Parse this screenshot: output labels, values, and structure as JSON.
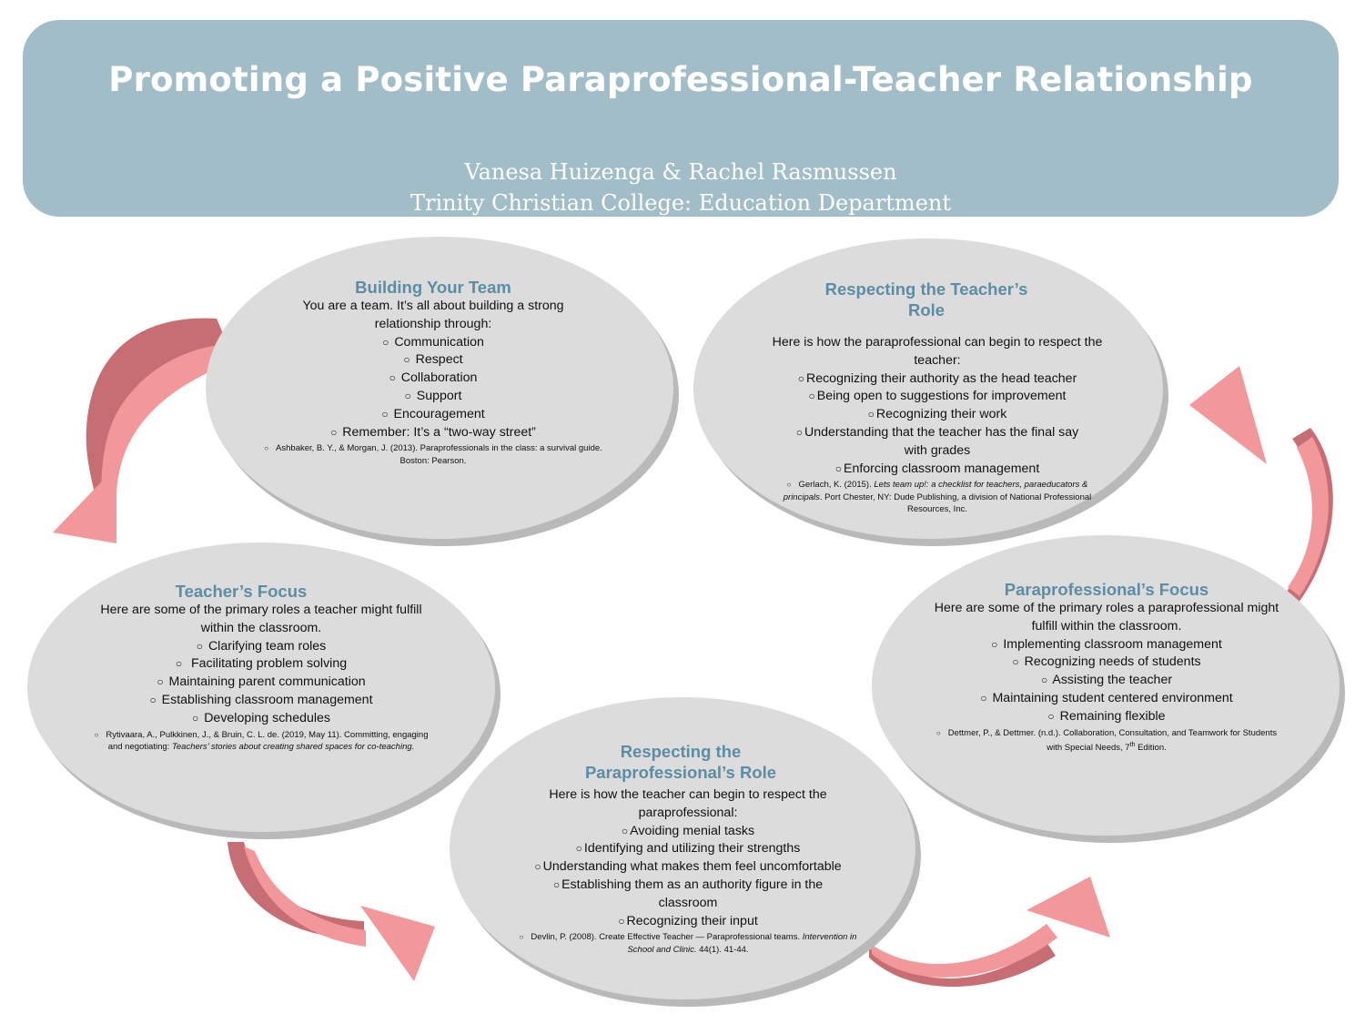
{
  "header": {
    "title": "Promoting a Positive Paraprofessional-Teacher Relationship",
    "authors": "Vanesa Huizenga & Rachel Rasmussen",
    "affiliation": "Trinity Christian College: Education Department"
  },
  "colors": {
    "header_bg": "#a1bec8",
    "bubble_fill": "#dcdcdc",
    "bubble_shadow": "#b9b9b9",
    "heading": "#5b8da4",
    "arrow_light": "#f2989b",
    "arrow_dark": "#c66e74"
  },
  "bullet_glyph": "○",
  "sections": {
    "building": {
      "title": "Building Your Team",
      "intro": "You are a team. It’s all about building a strong relationship through:",
      "items": [
        "Communication",
        "Respect",
        "Collaboration",
        "Support",
        "Encouragement",
        "Remember: It’s a “two-way street”"
      ],
      "reference": "Ashbaker, B. Y., & Morgan, J. (2013). Paraprofessionals in the class: a survival guide. Boston: Pearson."
    },
    "respect_teacher": {
      "title_line1": "Respecting the Teacher’s",
      "title_line2": "Role",
      "intro": "Here is how the paraprofessional can begin to respect the teacher:",
      "items": [
        "Recognizing their authority as the head teacher",
        "Being open to suggestions for improvement",
        "Recognizing their work",
        "Understanding that the teacher has the final say with grades",
        "Enforcing classroom management"
      ],
      "reference_pre": "Gerlach, K. (2015). ",
      "reference_italic": "Lets team up!: a checklist for teachers, paraeducators & principals",
      "reference_post": ". Port Chester, NY: Dude Publishing, a division of National Professional Resources, Inc."
    },
    "teacher_focus": {
      "title": "Teacher’s Focus",
      "intro": "Here are some of the primary roles a teacher might fulfill within the classroom.",
      "items": [
        "Clarifying team roles",
        "Facilitating problem solving",
        "Maintaining parent communication",
        "Establishing classroom management",
        "Developing schedules"
      ],
      "reference_pre": "Rytivaara, A., Pulkkinen, J., & Bruin, C. L. de. (2019, May 11). Committing, engaging and negotiating: ",
      "reference_italic": "Teachers’ stories about creating shared spaces for co-teaching."
    },
    "para_focus": {
      "title": "Paraprofessional’s Focus",
      "intro": "Here are some of the primary roles a paraprofessional might fulfill within the classroom.",
      "items": [
        "Implementing classroom management",
        "Recognizing needs of students",
        "Assisting the teacher",
        "Maintaining student centered environment",
        "Remaining flexible"
      ],
      "reference_pre": "Dettmer, P., & Dettmer. (n.d.). Collaboration, Consultation, and Teamwork for Students with Special Needs, 7",
      "reference_sup": "th",
      "reference_post": " Edition."
    },
    "respect_para": {
      "title_line1": "Respecting the",
      "title_line2": "Paraprofessional’s Role",
      "intro": "Here is how the teacher can begin to respect the paraprofessional:",
      "items": [
        "Avoiding menial tasks",
        "Identifying and utilizing their strengths",
        "Understanding what makes them feel uncomfortable",
        "Establishing them as an authority figure in the classroom",
        "Recognizing their input"
      ],
      "reference_pre": "Devlin, P. (2008). Create Effective Teacher — Paraprofessional teams. ",
      "reference_italic": "Intervention in School and Clinic.",
      "reference_post": " 44(1). 41-44."
    }
  }
}
